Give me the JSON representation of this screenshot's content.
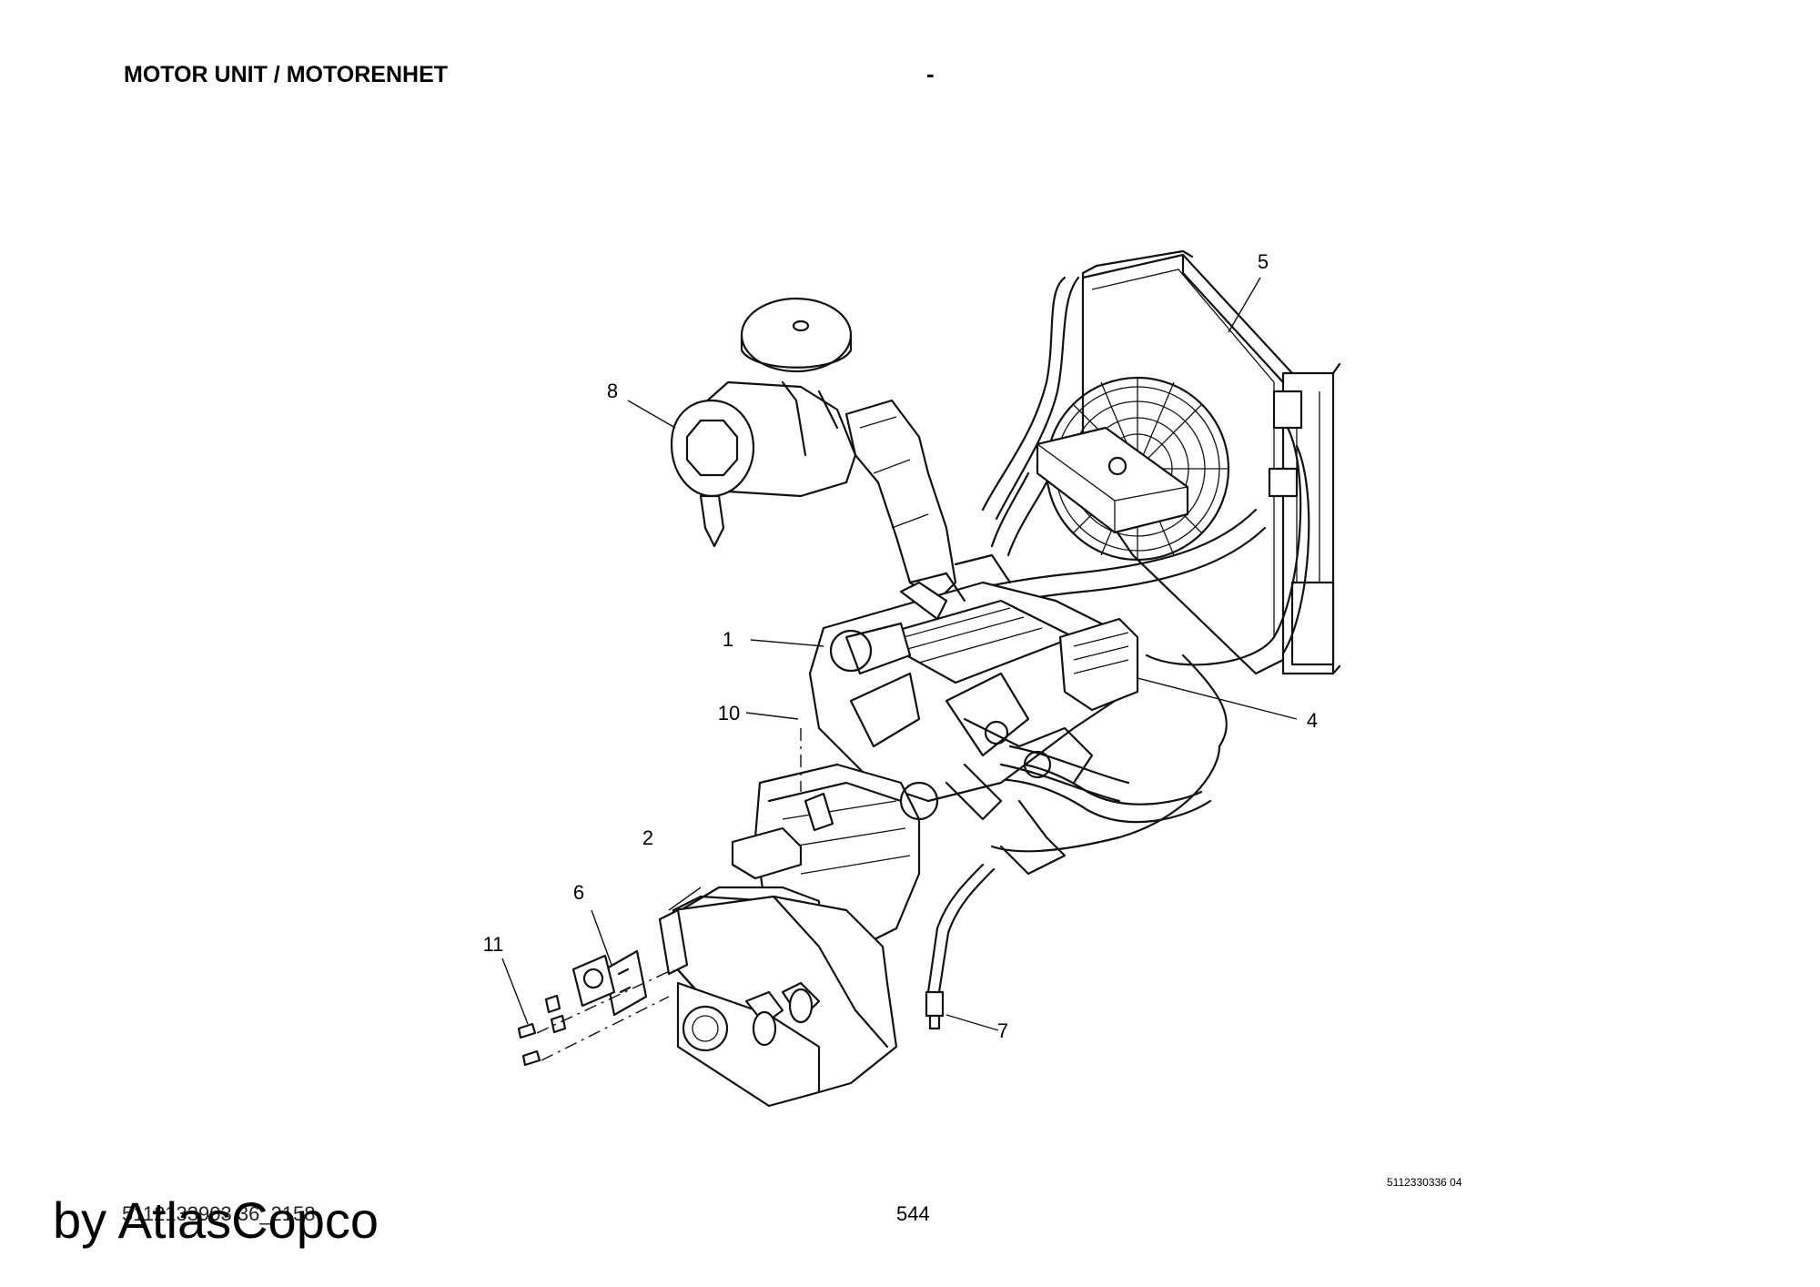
{
  "header": {
    "title": "MOTOR UNIT / MOTORENHET",
    "dash": "-"
  },
  "callouts": [
    "1",
    "2",
    "4",
    "5",
    "6",
    "7",
    "8",
    "10",
    "11"
  ],
  "footer": {
    "drawing_number": "5112330336 04",
    "doc_number": "5112133903 36_2158",
    "page_number": "544",
    "watermark": "by AtlasCopco"
  }
}
